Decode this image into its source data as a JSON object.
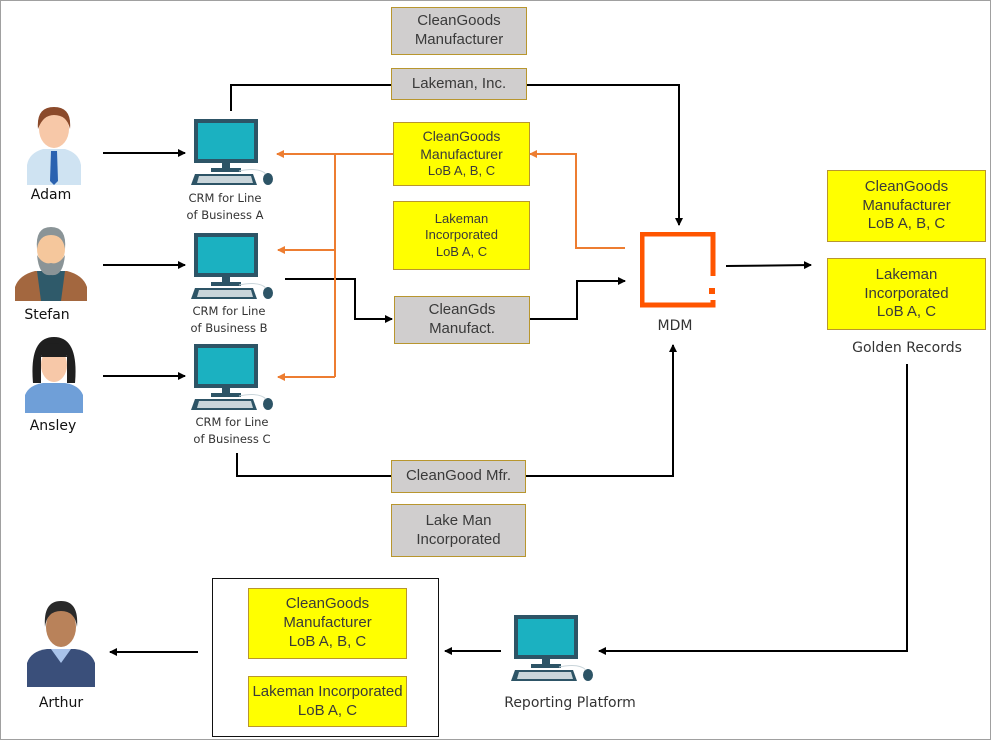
{
  "users": [
    {
      "name": "Adam"
    },
    {
      "name": "Stefan"
    },
    {
      "name": "Ansley"
    },
    {
      "name": "Arthur"
    }
  ],
  "crm_systems": [
    {
      "line1": "CRM for Line",
      "line2": "of Business  A"
    },
    {
      "line1": "CRM for Line",
      "line2": "of Business  B"
    },
    {
      "line1": "CRM for Line",
      "line2": "of Business C"
    }
  ],
  "source_records": {
    "top_1": [
      "CleanGoods",
      "Manufacturer"
    ],
    "top_2": [
      "Lakeman, Inc."
    ],
    "middle": [
      "CleanGds",
      "Manufact."
    ],
    "bottom_1": [
      "CleanGood Mfr."
    ],
    "bottom_2": [
      "Lake Man",
      "Incorporated"
    ]
  },
  "synced_records": {
    "cgm": {
      "line1": "CleanGoods",
      "line2": "Manufacturer",
      "line3": "LoB A, B, C"
    },
    "lakeman": {
      "line1": "Lakeman",
      "line2": "Incorporated",
      "line3": "LoB A, C"
    }
  },
  "mdm": {
    "label": "MDM"
  },
  "golden_records": {
    "label": "Golden Records",
    "cgm": {
      "line1": "CleanGoods",
      "line2": "Manufacturer",
      "line3": "LoB A, B, C"
    },
    "lakeman": {
      "line1": "Lakeman",
      "line2": "Incorporated",
      "line3": "LoB A, C"
    }
  },
  "reporting": {
    "label": "Reporting Platform",
    "cgm": {
      "line1": "CleanGoods",
      "line2": "Manufacturer",
      "line3": "LoB A, B, C"
    },
    "lakeman": {
      "line1": "Lakeman Incorporated",
      "line2": "LoB A, C"
    }
  },
  "colors": {
    "gray_box": "#d0cece",
    "yellow_box": "#ffff00",
    "box_border": "#b8962e",
    "orange_arrow": "#ed7d31",
    "mdm_orange": "#ff5500",
    "monitor_teal": "#1bb1c1"
  }
}
